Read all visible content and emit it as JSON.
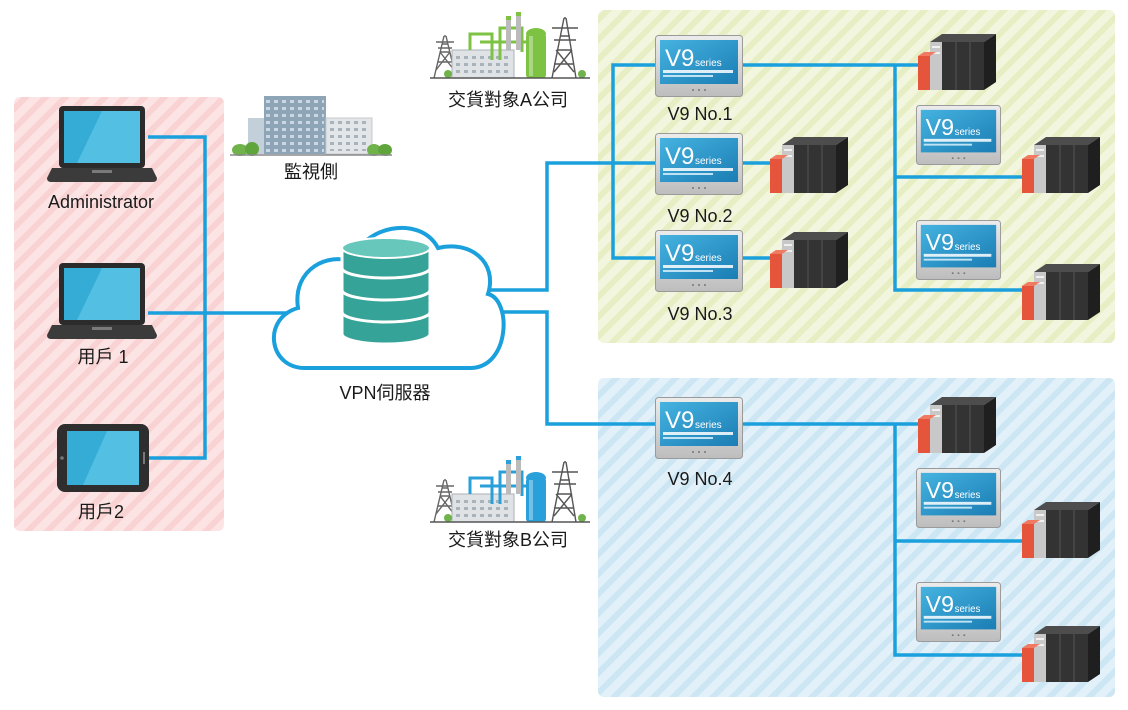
{
  "diagram": {
    "monitoring_side": {
      "label": "監視側"
    },
    "clients": {
      "zone_color": "#fde4e4",
      "items": [
        {
          "label": "Administrator"
        },
        {
          "label": "用戶 1"
        },
        {
          "label": "用戶2"
        }
      ]
    },
    "server": {
      "label": "VPN伺服器"
    },
    "sites": [
      {
        "label": "交貨對象A公司",
        "accent_color": "#7dc242",
        "zone_color": "#f3f6de",
        "hmis": [
          {
            "label": "V9 No.1"
          },
          {
            "label": "V9 No.2"
          },
          {
            "label": "V9 No.3"
          }
        ]
      },
      {
        "label": "交貨對象B公司",
        "accent_color": "#2aa0da",
        "zone_color": "#e2f1f9",
        "hmis": [
          {
            "label": "V9 No.4"
          }
        ]
      }
    ],
    "hmi_logo": {
      "main": "V9",
      "sub": "series"
    },
    "link_color": "#1aa0dc"
  },
  "icons": [
    "laptop-icon",
    "tablet-icon",
    "office-building-icon",
    "cloud-icon",
    "database-icon",
    "factory-icon",
    "hmi-panel-icon",
    "plc-icon"
  ]
}
